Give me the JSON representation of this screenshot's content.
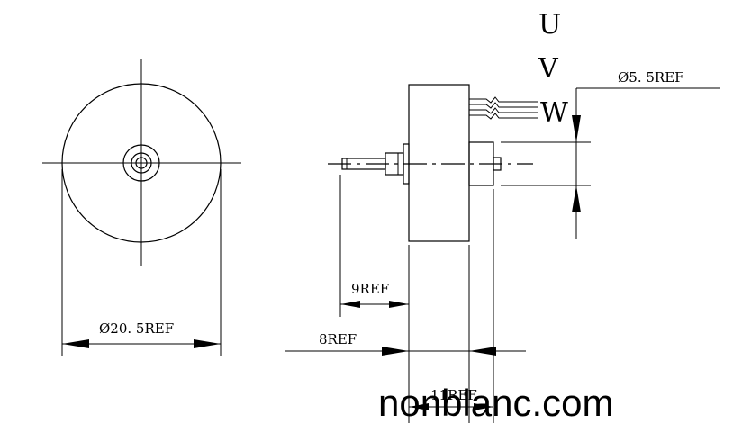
{
  "labels": {
    "phase_u": "U",
    "phase_v": "V",
    "phase_w": "W",
    "diameter_small": "Ø5. 5REF",
    "diameter_large": "Ø20. 5REF",
    "dim_9": "9REF",
    "dim_8": "8REF",
    "dim_11": "11REF"
  },
  "watermark": "nonblanc.com"
}
